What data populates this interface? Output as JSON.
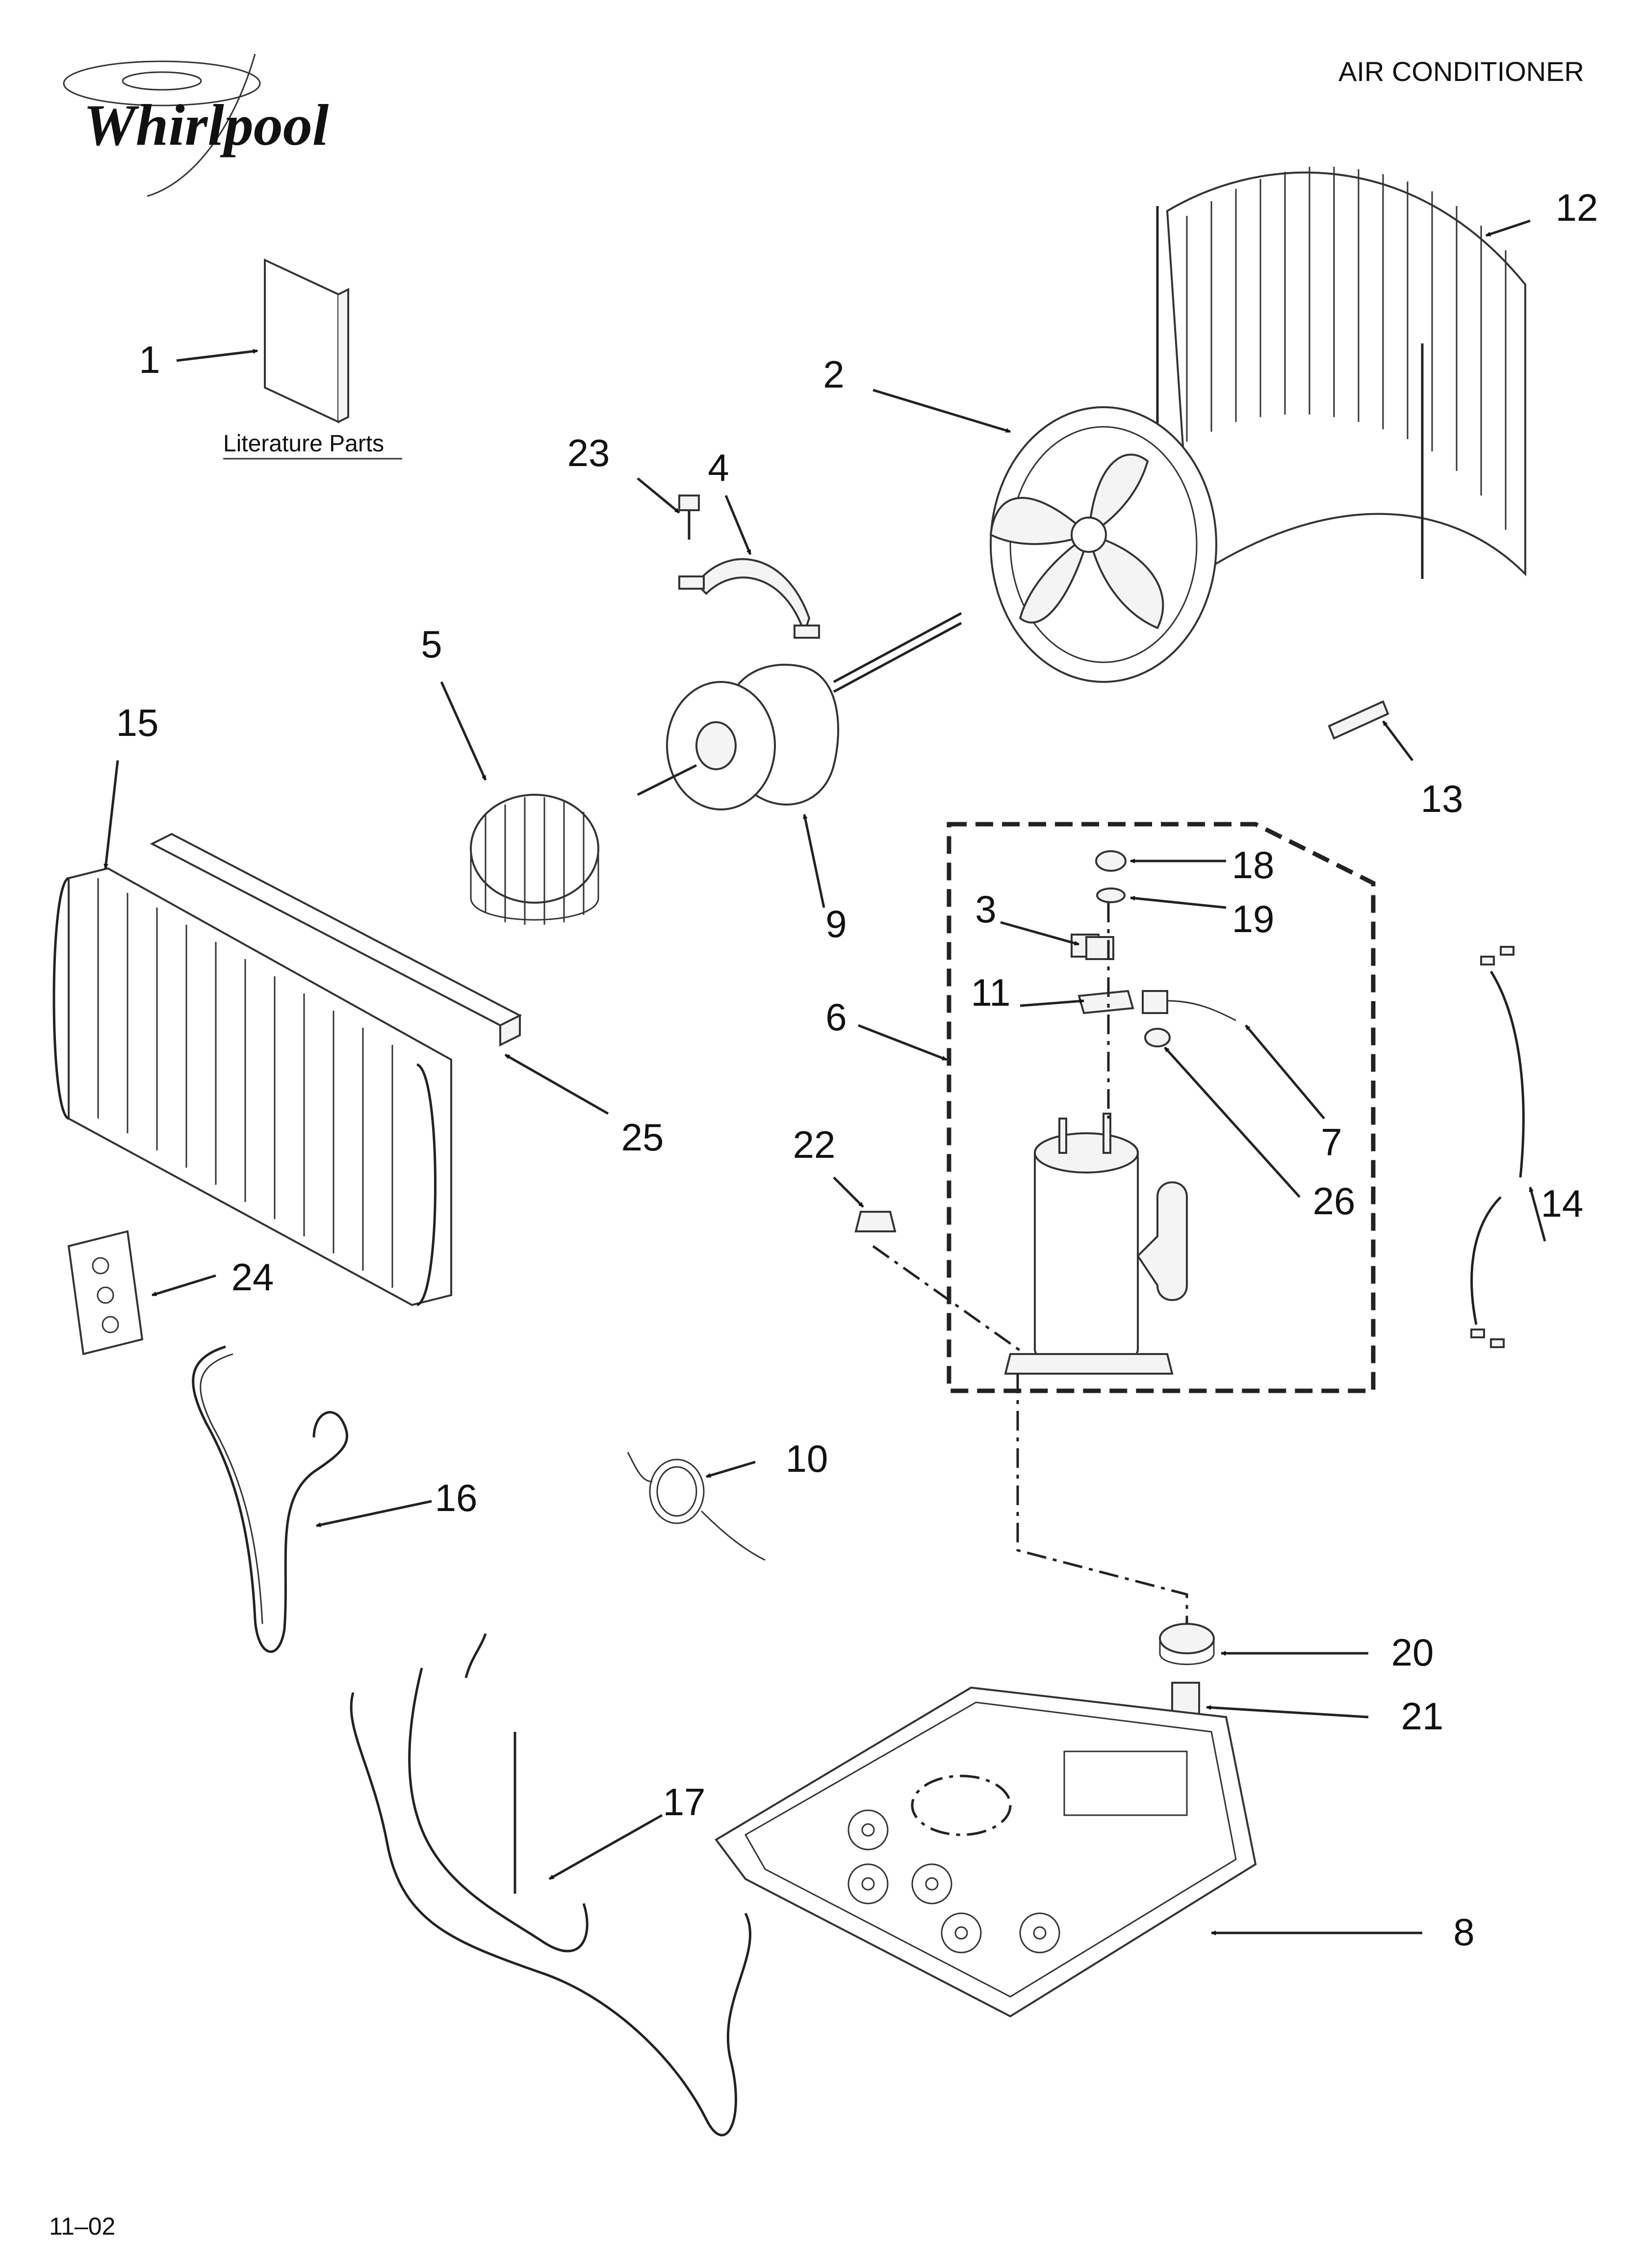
{
  "header": {
    "brand": "Whirlpool",
    "title": "AIR CONDITIONER"
  },
  "footer": {
    "code": "11–02"
  },
  "literature_label": "Literature Parts",
  "callouts": [
    "1",
    "2",
    "3",
    "4",
    "5",
    "6",
    "7",
    "8",
    "9",
    "10",
    "11",
    "12",
    "13",
    "14",
    "15",
    "16",
    "17",
    "18",
    "19",
    "20",
    "21",
    "22",
    "23",
    "24",
    "25",
    "26"
  ]
}
